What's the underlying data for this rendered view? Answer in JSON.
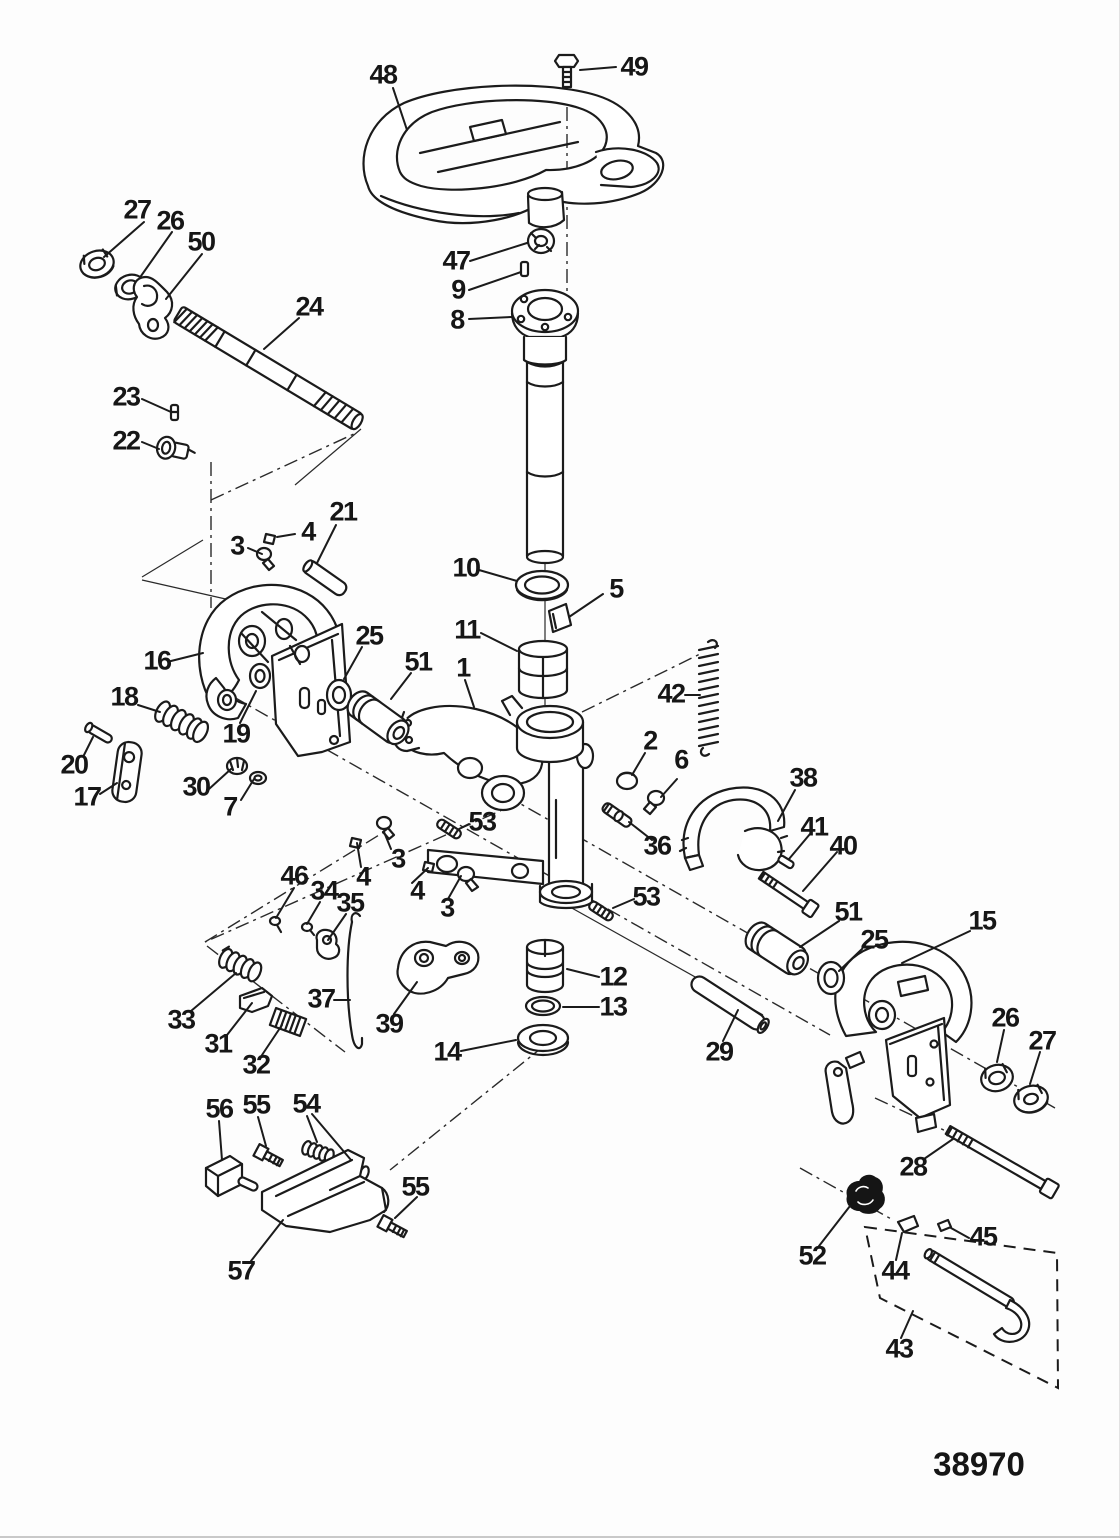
{
  "figure": {
    "drawing_number": "38970"
  },
  "callouts": [
    {
      "text": "48"
    },
    {
      "text": "49"
    },
    {
      "text": "27"
    },
    {
      "text": "26"
    },
    {
      "text": "50"
    },
    {
      "text": "24"
    },
    {
      "text": "47"
    },
    {
      "text": "9"
    },
    {
      "text": "8"
    },
    {
      "text": "23"
    },
    {
      "text": "22"
    },
    {
      "text": "21"
    },
    {
      "text": "3"
    },
    {
      "text": "4"
    },
    {
      "text": "10"
    },
    {
      "text": "5"
    },
    {
      "text": "11"
    },
    {
      "text": "16"
    },
    {
      "text": "25"
    },
    {
      "text": "51"
    },
    {
      "text": "1"
    },
    {
      "text": "42"
    },
    {
      "text": "18"
    },
    {
      "text": "19"
    },
    {
      "text": "2"
    },
    {
      "text": "6"
    },
    {
      "text": "20"
    },
    {
      "text": "17"
    },
    {
      "text": "30"
    },
    {
      "text": "7"
    },
    {
      "text": "38"
    },
    {
      "text": "53"
    },
    {
      "text": "3"
    },
    {
      "text": "36"
    },
    {
      "text": "41"
    },
    {
      "text": "40"
    },
    {
      "text": "4"
    },
    {
      "text": "46"
    },
    {
      "text": "34"
    },
    {
      "text": "35"
    },
    {
      "text": "4"
    },
    {
      "text": "3"
    },
    {
      "text": "53"
    },
    {
      "text": "51"
    },
    {
      "text": "15"
    },
    {
      "text": "25"
    },
    {
      "text": "33"
    },
    {
      "text": "31"
    },
    {
      "text": "37"
    },
    {
      "text": "39"
    },
    {
      "text": "32"
    },
    {
      "text": "12"
    },
    {
      "text": "13"
    },
    {
      "text": "14"
    },
    {
      "text": "29"
    },
    {
      "text": "26"
    },
    {
      "text": "27"
    },
    {
      "text": "56"
    },
    {
      "text": "55"
    },
    {
      "text": "54"
    },
    {
      "text": "28"
    },
    {
      "text": "55"
    },
    {
      "text": "52"
    },
    {
      "text": "44"
    },
    {
      "text": "45"
    },
    {
      "text": "57"
    },
    {
      "text": "43"
    }
  ]
}
